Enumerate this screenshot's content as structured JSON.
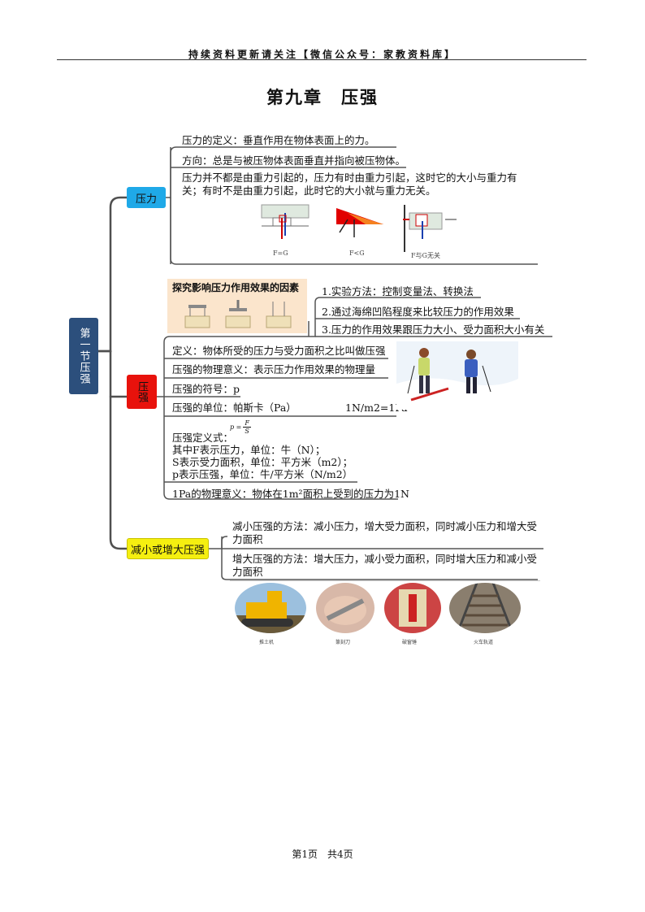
{
  "header": {
    "text": "持续资料更新请关注【微信公众号：家教资料库】"
  },
  "title": "第九章　压强",
  "root": {
    "label": "第一节压强"
  },
  "branch_pressure": {
    "label": "压力",
    "items": [
      "压力的定义：垂直作用在物体表面上的力。",
      "方向：总是与被压物体表面垂直并指向被压物体。",
      "压力并不都是由重力引起的，压力有时由重力引起，这时它的大小与重力有关；有时不是由重力引起，此时它的大小就与重力无关。"
    ],
    "figure_captions": [
      "F=G",
      "F<G",
      "F与G无关"
    ]
  },
  "branch_pressure_strength": {
    "label": "压强",
    "experiment": {
      "title": "探究影响压力作用效果的因素",
      "items": [
        "1.实验方法：控制变量法、转换法",
        "2.通过海绵凹陷程度来比较压力的作用效果",
        "3.压力的作用效果跟压力大小、受力面积大小有关"
      ]
    },
    "definition": "定义：物体所受的压力与受力面积之比叫做压强",
    "meaning": "压强的物理意义：表示压力作用效果的物理量",
    "symbol": "压强的符号：p",
    "unit": "压强的单位：帕斯卡（Pa）",
    "unit_conv": "1N/m2=1Pa",
    "formula_label": "压强定义式：",
    "formula": {
      "lhs": "p =",
      "num": "F",
      "den": "S"
    },
    "vars": [
      "其中F表示压力，单位：牛（N）；",
      "S表示受力面积，单位：平方米（m2）；",
      "p表示压强，单位：牛/平方米（N/m2）"
    ],
    "pa_meaning": "1Pa的物理意义：物体在1m²面积上受到的压力为1N"
  },
  "branch_change": {
    "label": "减小或增大压强",
    "items": [
      "减小压强的方法：减小压力，增大受力面积，同时减小压力和增大受力面积",
      "增大压强的方法：增大压力，减小受力面积，同时增大压力和减小受力面积"
    ],
    "photo_captions": [
      "推土机",
      "篆刻刀",
      "破窗锤",
      "火车轨道"
    ]
  },
  "footer": "第1页　共4页",
  "colors": {
    "pressure_node": "#1fa9e8",
    "strength_node": "#e8120c",
    "change_node": "#f5ef10",
    "root_node": "#2c4f7c",
    "trunk": "#4f4f4f"
  }
}
